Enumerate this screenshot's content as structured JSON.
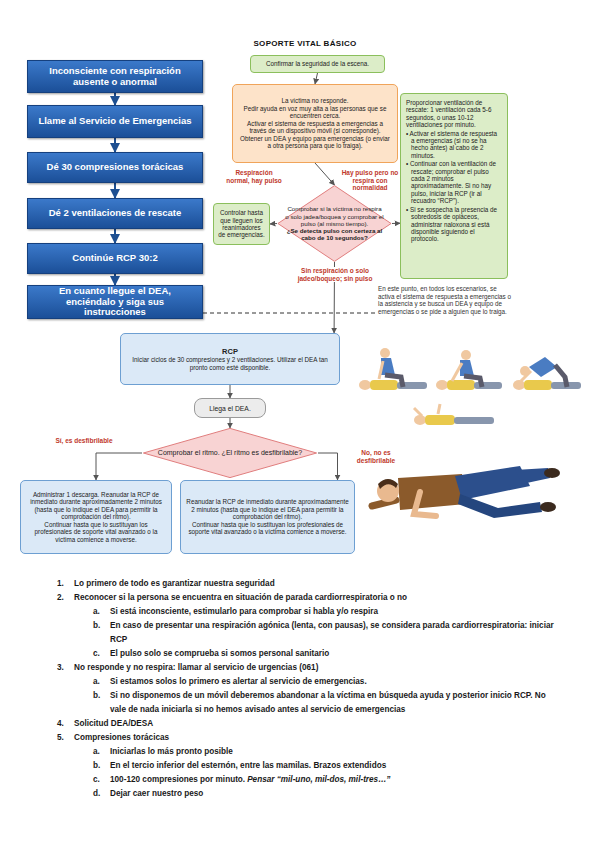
{
  "diagram": {
    "title": "SOPORTE VITAL BÁSICO",
    "nodes": [
      {
        "text": [
          "Inconsciente con respiración ausente o anormal"
        ]
      },
      {
        "text": [
          "Llame al Servicio de Emergencias"
        ]
      },
      {
        "text": [
          "Dé 30 compresiones torácicas"
        ]
      },
      {
        "text": [
          "Dé 2 ventilaciones de rescate"
        ]
      },
      {
        "text": [
          "Continúe RCP 30:2"
        ]
      },
      {
        "text": [
          "En cuanto llegue el DEA, enciéndalo y siga sus instrucciones"
        ]
      },
      {
        "text": [
          "Confirmar la seguridad de la escena."
        ]
      },
      {
        "text": [
          "La víctima no responde.",
          "Pedir ayuda en voz muy alta a las personas que se encuentren cerca.",
          "Activar el sistema de respuesta a emergencias a través de un dispositivo móvil (si corresponde).",
          "Obtener un DEA y equipo para emergencias (o enviar a otra persona para que lo traiga)."
        ]
      },
      {
        "text": [
          "Controlar hasta que lleguen los reanimadores de emergencias."
        ]
      },
      {
        "text": [
          "Comprobar si la víctima no respira o solo jadea/boquea y comprobar el pulso (al mismo tiempo).",
          "¿Se detecta pulso con certeza al cabo de 10 segundos?"
        ]
      },
      {
        "text": [
          "Proporcionar ventilación de rescate: 1 ventilación cada 5-6 segundos, o unas 10-12 ventilaciones por minuto.",
          "• Activar el sistema de respuesta a emergencias (si no se ha hecho antes) al cabo de 2 minutos.",
          "• Continuar con la ventilación de rescate; comprobar el pulso cada 2 minutos aproximadamente. Si no hay pulso, iniciar la RCP (ir al recuadro “RCP”).",
          "• Si se sospecha la presencia de sobredosis de opiáceos, administrar naloxona si está disponible siguiendo el protocolo."
        ]
      },
      {
        "text": [
          "RCP",
          "Iniciar ciclos de 30 compresiones y 2 ventilaciones. Utilizar el DEA tan pronto como esté disponible."
        ]
      },
      {
        "text": [
          "Llega el DEA."
        ]
      },
      {
        "text": [
          "Comprobar el ritmo. ¿El ritmo es desfibrilable?"
        ]
      },
      {
        "text": [
          "Administrar 1 descarga. Reanudar la RCP de inmediato durante aproximadamente 2 minutos (hasta que lo indique el DEA para permitir la comprobación del ritmo).",
          "Continuar hasta que lo sustituyan los profesionales de soporte vital avanzado o la víctima comience a moverse."
        ]
      },
      {
        "text": [
          "Reanudar la RCP de inmediato durante aproximadamente 2 minutos (hasta que lo indique el DEA para permitir la comprobación del ritmo).",
          "Continuar hasta que lo sustituyan los profesionales de soporte vital avanzado o la víctima comience a moverse."
        ]
      }
    ],
    "edges": [
      {
        "from": 0,
        "to": 1,
        "arrow": "to"
      },
      {
        "from": 1,
        "to": 2,
        "arrow": "to"
      },
      {
        "from": 2,
        "to": 3,
        "arrow": "to"
      },
      {
        "from": 3,
        "to": 4,
        "arrow": "to"
      },
      {
        "from": 4,
        "to": 5,
        "arrow": "to"
      },
      {
        "from": 6,
        "to": 7,
        "arrow": "to"
      },
      {
        "from": 7,
        "to": 9,
        "arrow": "to"
      },
      {
        "from": 9,
        "to": 8,
        "label": "Respiración normal, hay pulso",
        "arrow": "to"
      },
      {
        "from": 9,
        "to": 10,
        "label": "Hay pulso pero no respira con normalidad",
        "arrow": "to"
      },
      {
        "from": 9,
        "to": 11,
        "label": "Sin respiración o solo jadeo/boqueo; sin pulso",
        "arrow": "to"
      },
      {
        "from": 11,
        "to": 12,
        "arrow": "to"
      },
      {
        "from": 12,
        "to": 13,
        "arrow": "to"
      },
      {
        "from": 13,
        "to": 14,
        "label": "Sí, es desfibrilable",
        "arrow": "to"
      },
      {
        "from": 13,
        "to": 15,
        "label": "No, no es desfibrilable",
        "arrow": "to"
      }
    ],
    "labels": [
      "En este punto, en todos los escenarios, se activa el sistema de respuesta a emergencias o la asistencia y se busca un DEA y equipo de emergencias o se pide a alguien que lo traiga.",
      "1.",
      "Lo primero de todo es garantizar nuestra seguridad",
      "2.",
      "Reconocer si la persona se encuentra en situación de parada cardiorrespiratoria o no",
      "a.",
      "Si está inconsciente, estimularlo para comprobar si habla y/o respira",
      "b.",
      "En caso de presentar una respiración agónica (lenta, con pausas), se considera parada cardiorrespiratoria: iniciar RCP",
      "c.",
      "El pulso solo se comprueba si somos personal sanitario",
      "3.",
      "No responde y no respira: llamar al servicio de urgencias (061)",
      "a.",
      "Si estamos solos lo primero es alertar al servicio de emergencias.",
      "b.",
      "Si no disponemos de un móvil deberemos abandonar a la víctima en búsqueda ayuda y posterior inicio RCP. No vale de nada iniciarla si no hemos avisado antes al servicio de emergencias",
      "4.",
      "Solicitud DEA/DESA",
      "5.",
      "Compresiones torácicas",
      "a.",
      "Iniciarlas lo más pronto posible",
      "b.",
      "En el tercio inferior del esternón, entre las mamilas. Brazos extendidos",
      "c.",
      "100-120 compresiones por minuto.",
      "Pensar “mil-uno, mil-dos, mil-tres…”",
      "d.",
      "Dejar caer nuestro peso"
    ]
  }
}
